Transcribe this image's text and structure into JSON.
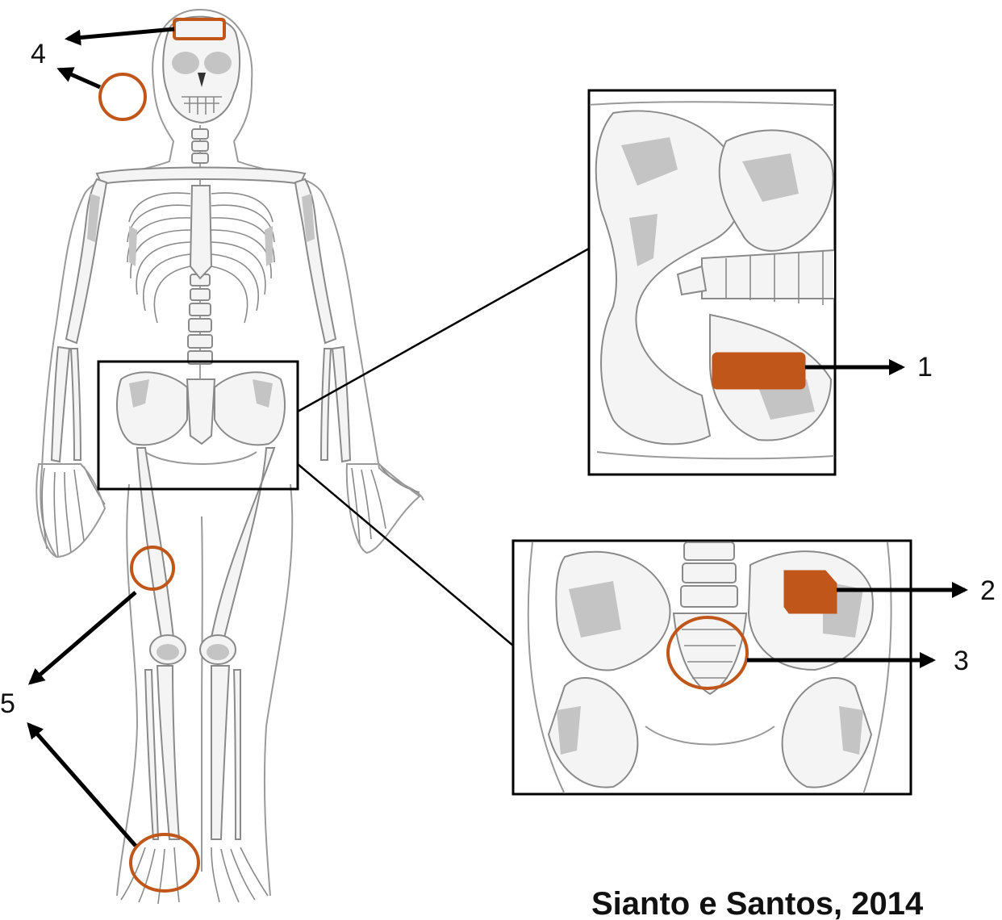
{
  "labels": {
    "l1": "1",
    "l2": "2",
    "l3": "3",
    "l4": "4",
    "l5": "5"
  },
  "credit": "Sianto e Santos, 2014",
  "colors": {
    "marker": "#c0561a",
    "arrow": "#000000",
    "bone_shade": "#c4c4c4"
  }
}
